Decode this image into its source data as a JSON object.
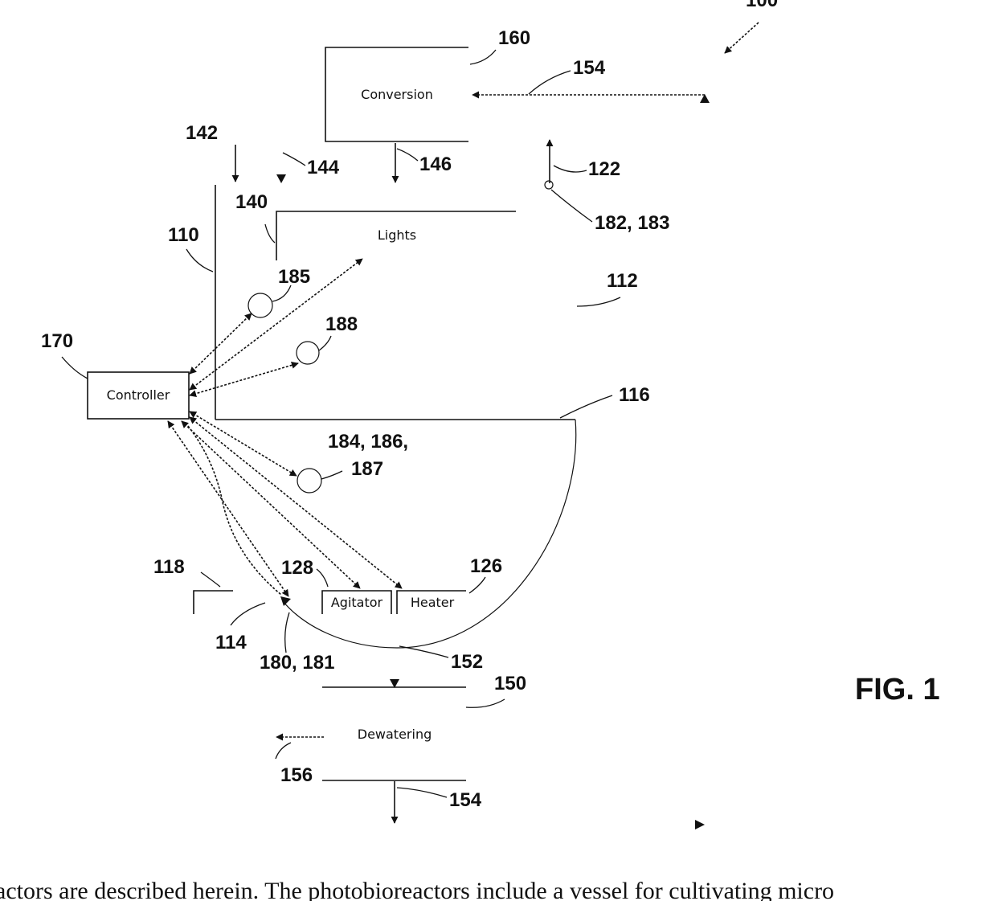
{
  "figure": {
    "title": "FIG. 1",
    "caption_fragment": "actors are described herein. The photobioreactors include a vessel for cultivating micro"
  },
  "components": {
    "conversion": "Conversion",
    "lights": "Lights",
    "controller": "Controller",
    "agitator": "Agitator",
    "heater": "Heater",
    "dewatering": "Dewatering"
  },
  "references": {
    "r100": "100",
    "r160": "160",
    "r154_top": "154",
    "r142": "142",
    "r144": "144",
    "r146": "146",
    "r122": "122",
    "r140": "140",
    "r182_183": "182, 183",
    "r110": "110",
    "r185": "185",
    "r112": "112",
    "r188": "188",
    "r170": "170",
    "r116": "116",
    "r184_186": "184, 186,",
    "r187": "187",
    "r118": "118",
    "r128": "128",
    "r126": "126",
    "r114": "114",
    "r180_181": "180, 181",
    "r152": "152",
    "r150": "150",
    "r156": "156",
    "r154_bottom": "154"
  }
}
